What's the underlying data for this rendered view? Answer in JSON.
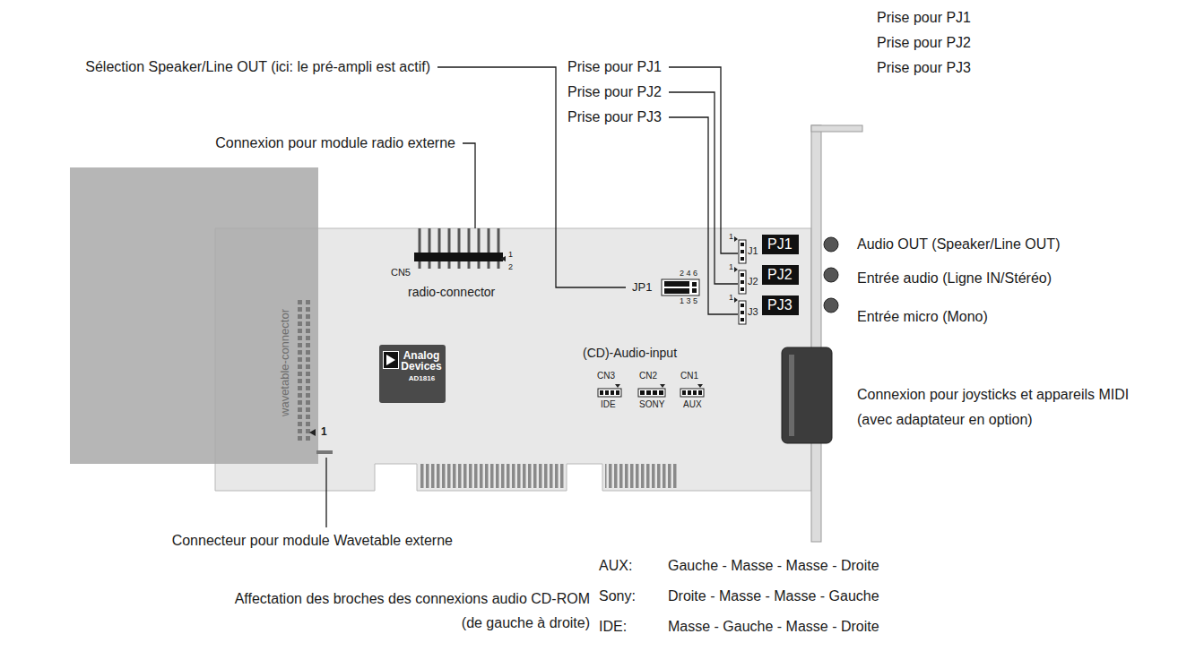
{
  "diagram": {
    "nodes": [
      {
        "text": [
          "PJ1"
        ]
      },
      {
        "text": [
          "PJ2"
        ]
      },
      {
        "text": [
          "PJ3"
        ]
      },
      {
        "text": [
          "Analog Devices",
          "AD1816"
        ]
      }
    ],
    "labels": [
      "Prise pour PJ1",
      "Prise pour PJ2",
      "Prise pour PJ3",
      "Sélection Speaker/Line OUT (ici: le pré-ampli est actif)",
      "Prise pour PJ1",
      "Prise pour PJ2",
      "Prise pour PJ3",
      "Connexion pour module radio externe",
      "CN5",
      "1",
      "2",
      "radio-connector",
      "wavetable-connector",
      "1",
      "2 4 6",
      "JP1",
      "1 3 5",
      "1",
      "J1",
      "1",
      "J2",
      "1",
      "J3",
      "Audio OUT (Speaker/Line OUT)",
      "Entrée audio (Ligne IN/Stéréo)",
      "Entrée micro (Mono)",
      "(CD)-Audio-input",
      "CN3",
      "CN2",
      "CN1",
      "IDE",
      "SONY",
      "AUX",
      "Connexion pour joysticks et appareils MIDI (avec adaptateur en option)",
      "Connecteur pour module Wavetable externe",
      "Affectation des broches des connexions audio CD-ROM (de gauche à droite)",
      "AUX:",
      "Gauche - Masse - Masse - Droite",
      "Sony:",
      "Droite - Masse - Masse - Gauche",
      "IDE:",
      "Masse - Gauche - Masse - Droite"
    ]
  }
}
